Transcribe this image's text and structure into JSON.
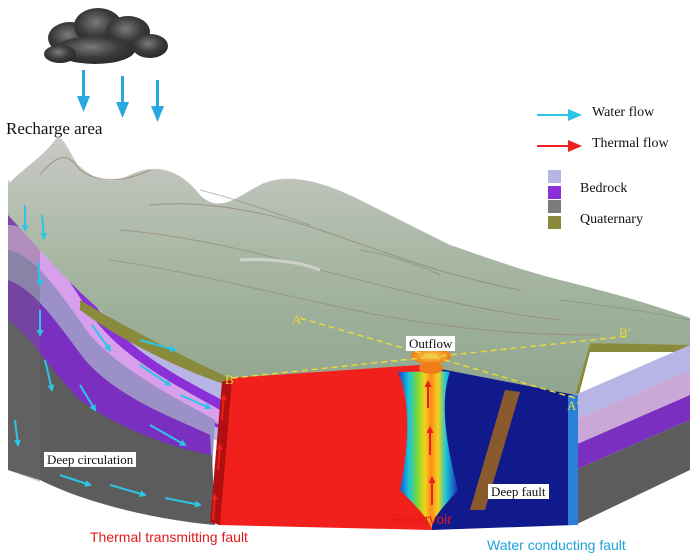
{
  "labels": {
    "recharge_area": "Recharge area",
    "outflow": "Outflow",
    "deep_circulation": "Deep circulation",
    "deep_fault": "Deep fault",
    "reservoir": "Reservoir",
    "thermal_transmitting_fault": "Thermal transmitting fault",
    "water_conducting_fault": "Water conducting fault",
    "point_a": "A",
    "point_a_prime": "A′",
    "point_b": "B",
    "point_b_prime": "B′"
  },
  "legend": {
    "water_flow": "Water flow",
    "thermal_flow": "Thermal flow",
    "bedrock": "Bedrock",
    "quaternary": "Quaternary"
  },
  "colors": {
    "water_arrow": "#2ec4e6",
    "thermal_arrow": "#e8201e",
    "hot_zone": "#f2201c",
    "cold_zone": "#111a8c",
    "bedrock_light": "#b7b4e6",
    "bedrock_purple": "#8b2fd6",
    "deep_gray": "#5c5c5c",
    "quaternary": "#8a8a3c",
    "label_red": "#e01b1b",
    "label_blue": "#1aa3de",
    "label_yellow": "#e8d93a"
  }
}
